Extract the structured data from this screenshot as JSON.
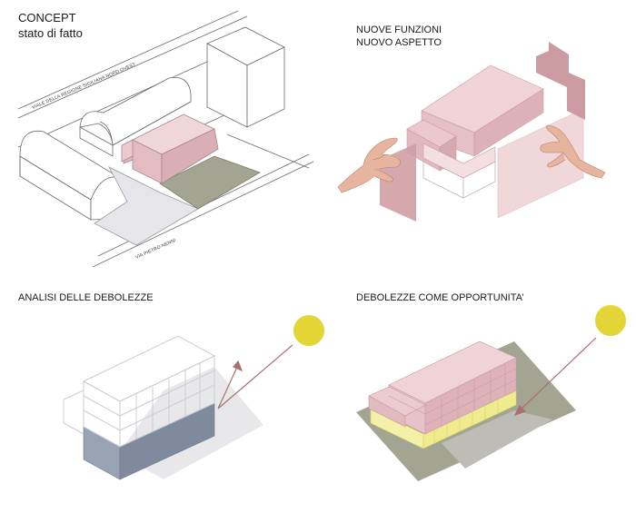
{
  "panels": {
    "concept": {
      "title": "CONCEPT",
      "subtitle": "stato di fatto",
      "street_north": "VIALE DELLA REGIONE SICILIANA NORD OVEST",
      "street_south": "VIA PIETRO NENNI"
    },
    "functions": {
      "title_line1": "NUOVE FUNZIONI",
      "title_line2": "NUOVO ASPETTO"
    },
    "weakness": {
      "title": "ANALISI DELLE DEBOLEZZE"
    },
    "opportunity": {
      "title": "DEBOLEZZE COME OPPORTUNITA’"
    }
  },
  "colors": {
    "pink": "#e7c3c8",
    "pink_dark": "#d6a7ae",
    "olive": "#a3a491",
    "olive_dark": "#8e8e7b",
    "pale_grey": "#e6e6ea",
    "slate": "#8e9aab",
    "sun": "#e3d535",
    "yellow": "#f3f0a8",
    "arrow": "#a8706f",
    "line": "#6b6b6b"
  }
}
